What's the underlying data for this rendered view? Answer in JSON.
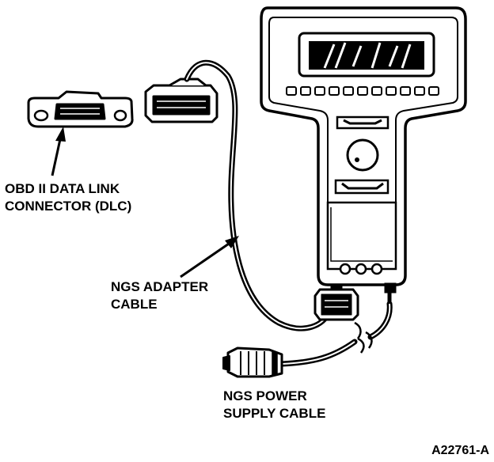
{
  "labels": {
    "dlc": [
      "OBD II DATA LINK",
      "CONNECTOR (DLC)"
    ],
    "adapter_cable": [
      "NGS ADAPTER",
      "CABLE"
    ],
    "power_cable": [
      "NGS POWER",
      "SUPPLY CABLE"
    ],
    "figure_id": "A22761-A"
  },
  "colors": {
    "ink": "#000000",
    "paper": "#ffffff"
  }
}
